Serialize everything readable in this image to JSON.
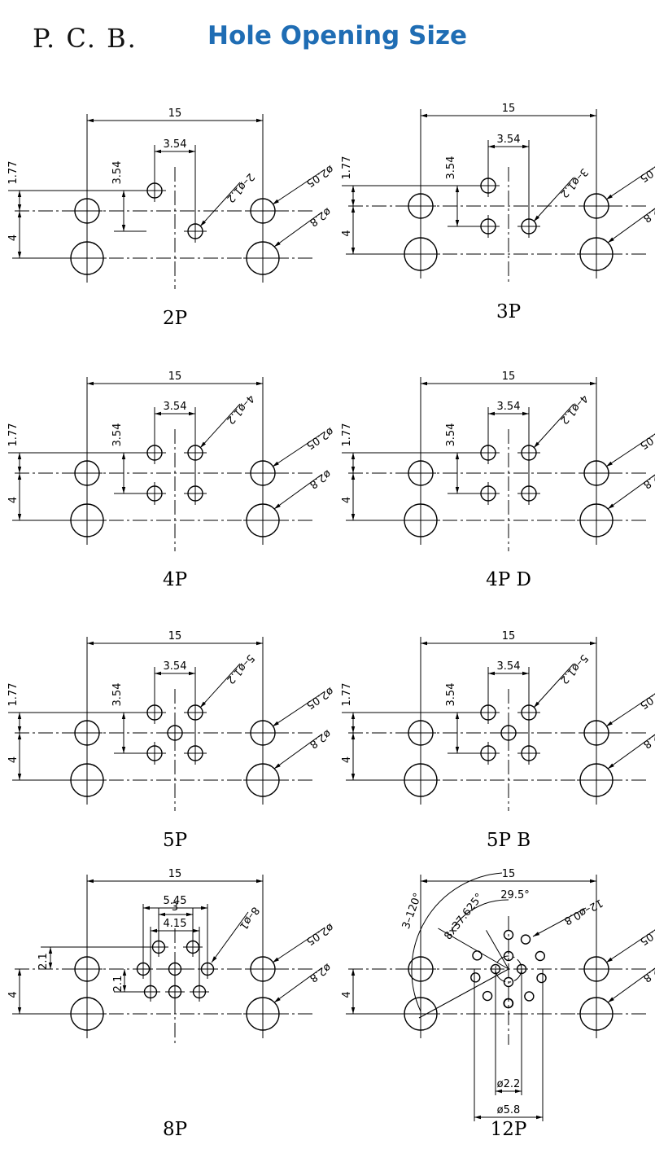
{
  "header": {
    "left_title": "P. C. B.",
    "right_title": "Hole Opening Size"
  },
  "common": {
    "width": "15",
    "dim_177": "1.77",
    "dim_4": "4",
    "dim_354": "3.54",
    "dia_small": "ø2.05",
    "dia_large": "ø2.8"
  },
  "panels": [
    {
      "caption": "2P",
      "pin_note": "2–ø1.2"
    },
    {
      "caption": "3P",
      "pin_note": "3–ø1.2"
    },
    {
      "caption": "4P",
      "pin_note": "4–ø1.2"
    },
    {
      "caption": "4P  D",
      "pin_note": "4–ø1.2"
    },
    {
      "caption": "5P",
      "pin_note": "5–ø1.2"
    },
    {
      "caption": "5P  B",
      "pin_note": "5–ø1.2"
    },
    {
      "caption": "8P",
      "pin_note": "8–ø1",
      "dim_545": "5.45",
      "dim_415": "4.15",
      "dim_3": "3",
      "dim_21a": "2.1",
      "dim_21b": "2.1"
    },
    {
      "caption": "12P",
      "pin_note": "12–ø0.8",
      "angle_120": "3–120°",
      "angle_37": "8x37.625°",
      "angle_295": "29.5°",
      "dia_22": "ø2.2",
      "dia_58": "ø5.8"
    }
  ]
}
